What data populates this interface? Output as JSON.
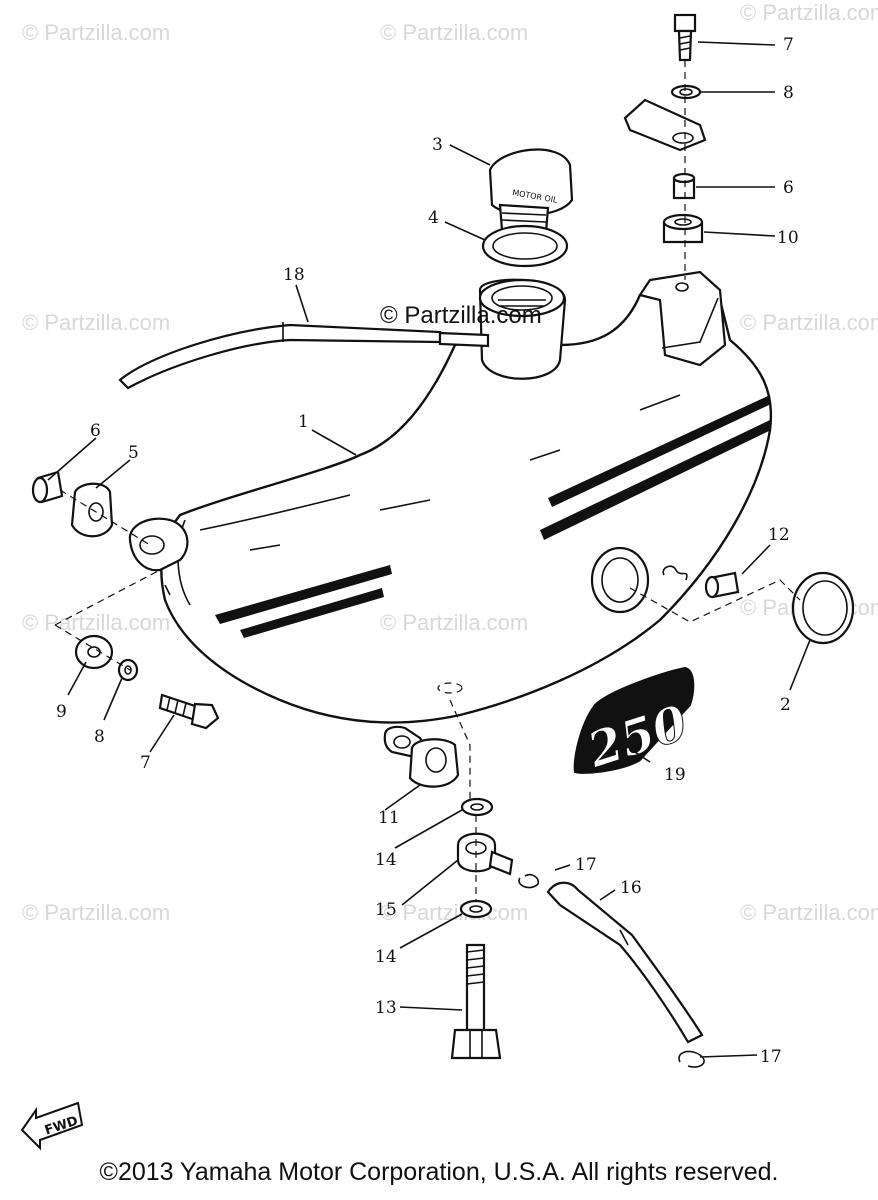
{
  "watermark_text": "© Partzilla.com",
  "center_watermark": "© Partzilla.com",
  "fwd_label": "FWD",
  "badge_text": "250",
  "cap_text": "MOTOR OIL",
  "copyright": "©2013 Yamaha Motor Corporation, U.S.A. All rights reserved.",
  "labels": {
    "l1": "1",
    "l2": "2",
    "l3": "3",
    "l4": "4",
    "l5": "5",
    "l6a": "6",
    "l6b": "6",
    "l7a": "7",
    "l7b": "7",
    "l8a": "8",
    "l8b": "8",
    "l9": "9",
    "l10": "10",
    "l11": "11",
    "l12": "12",
    "l13": "13",
    "l14a": "14",
    "l14b": "14",
    "l15": "15",
    "l16": "16",
    "l17a": "17",
    "l17b": "17",
    "l18": "18",
    "l19": "19"
  }
}
